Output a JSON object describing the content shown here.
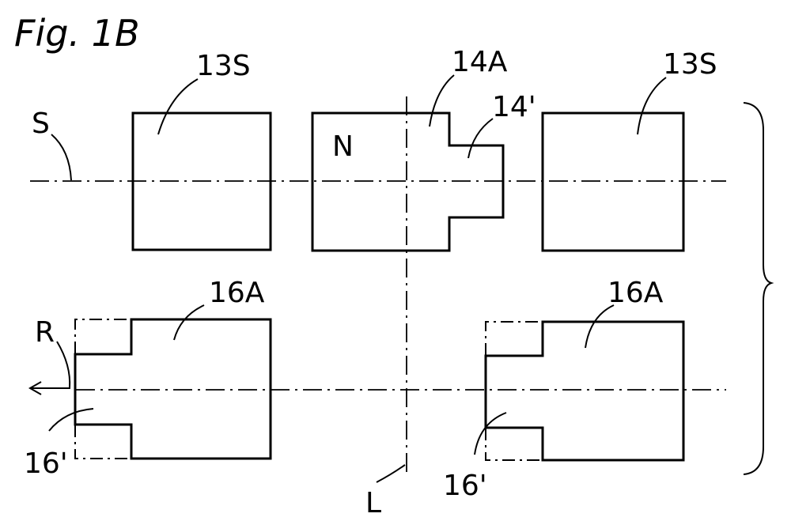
{
  "figure": {
    "title": "Fig.  1B",
    "labels": {
      "top_left": "13S",
      "top_right": "13S",
      "center_top": "14A",
      "center_prime": "14'",
      "center_n": "N",
      "bottom_left": "16A",
      "bottom_right": "16A",
      "bottom_left_prime": "16'",
      "bottom_right_prime": "16'",
      "axis_s": "S",
      "axis_r": "R",
      "axis_l": "L"
    }
  }
}
